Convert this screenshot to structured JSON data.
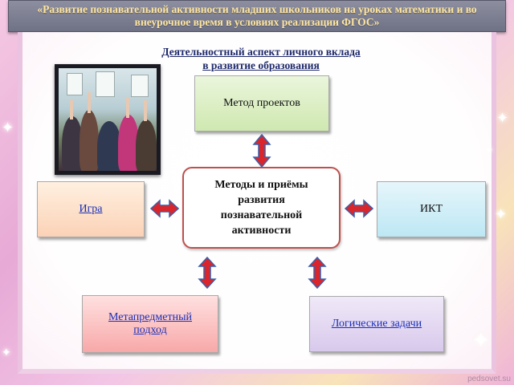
{
  "header": {
    "title": "«Развитие познавательной активности младших школьников на уроках математики и во внеурочное время в условиях реализации ФГОС»"
  },
  "slide": {
    "subtitle_line1": "Деятельностный аспект личного вклада ",
    "subtitle_line2": "в развитие образования",
    "center": {
      "line1": "Методы и приёмы",
      "line2": "развития",
      "line3": "познавательной",
      "line4": "активности"
    },
    "nodes": {
      "projects": "Метод проектов",
      "game": "Игра ",
      "ict": "ИКТ",
      "metasubject_line1": "Метапредметный",
      "metasubject_line2": " подход",
      "logic": "Логические задачи"
    }
  },
  "watermark": "pedsovet.su",
  "colors": {
    "header_text": "#ffe6a0",
    "header_bg": "#767a8c",
    "arrow_fill": "#d9262c",
    "center_border": "#c0504d",
    "link": "#1a2fb8"
  },
  "icons": [
    "double-arrow-vertical",
    "double-arrow-horizontal",
    "sparkle-star"
  ]
}
